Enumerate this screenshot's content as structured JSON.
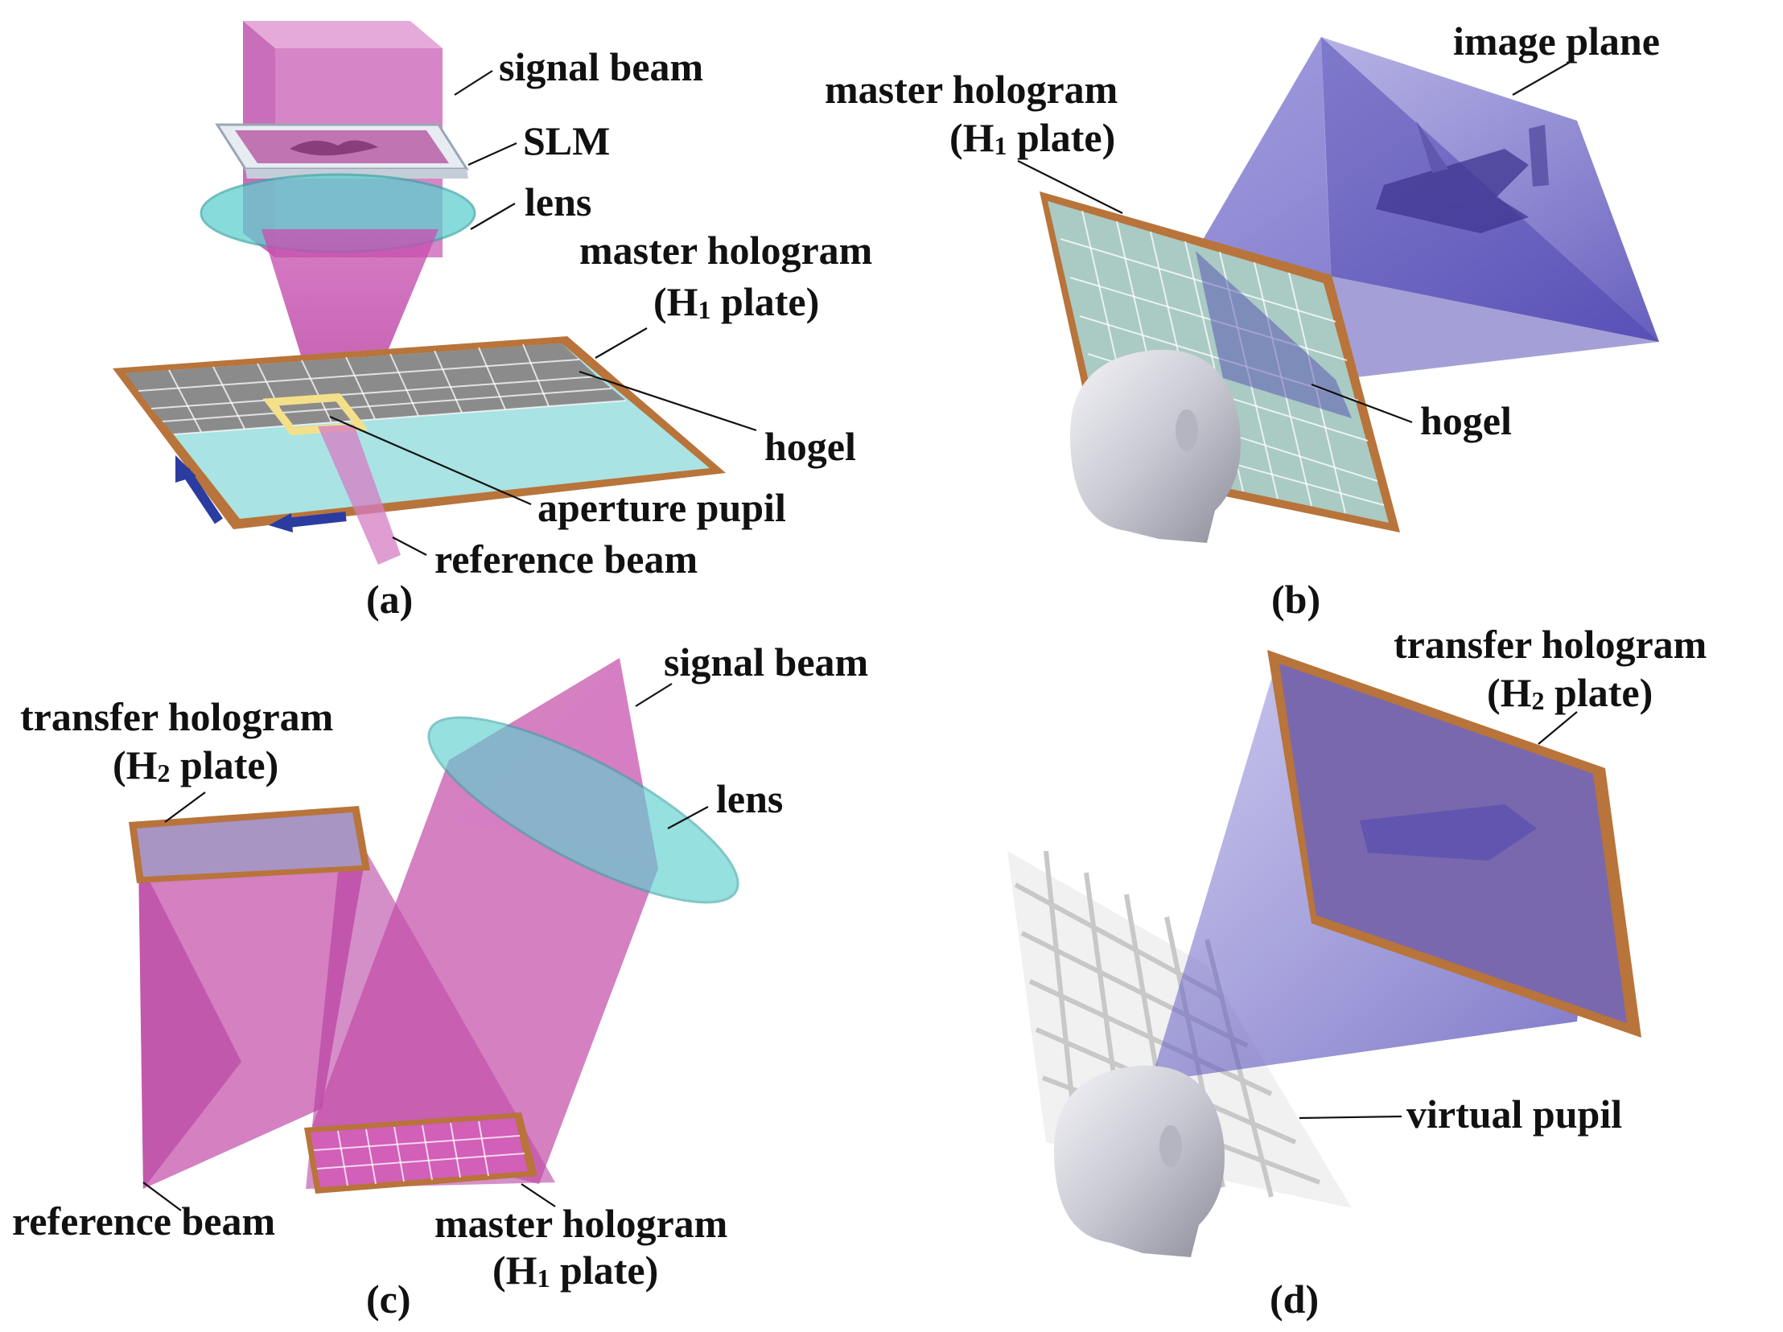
{
  "panels": {
    "a": {
      "caption": "(a)",
      "labels": {
        "signal_beam": "signal beam",
        "slm": "SLM",
        "lens": "lens",
        "master_hologram": "master hologram",
        "h1_plate_prefix": "(H",
        "h1_plate_sub": "1",
        "h1_plate_suffix": " plate)",
        "hogel": "hogel",
        "aperture_pupil": "aperture pupil",
        "reference_beam": "reference beam"
      }
    },
    "b": {
      "caption": "(b)",
      "labels": {
        "image_plane": "image plane",
        "master_hologram": "master hologram",
        "h1_plate_prefix": "(H",
        "h1_plate_sub": "1",
        "h1_plate_suffix": " plate)",
        "hogel": "hogel"
      }
    },
    "c": {
      "caption": "(c)",
      "labels": {
        "signal_beam": "signal beam",
        "transfer_hologram": "transfer hologram",
        "h2_plate_prefix": "(H",
        "h2_plate_sub": "2",
        "h2_plate_suffix": " plate)",
        "lens": "lens",
        "reference_beam": "reference beam",
        "master_hologram": "master hologram",
        "h1_plate_prefix": "(H",
        "h1_plate_sub": "1",
        "h1_plate_suffix": " plate)"
      }
    },
    "d": {
      "caption": "(d)",
      "labels": {
        "transfer_hologram": "transfer hologram",
        "h2_plate_prefix": "(H",
        "h2_plate_sub": "2",
        "h2_plate_suffix": " plate)",
        "virtual_pupil": "virtual pupil"
      }
    }
  },
  "colors": {
    "beam_magenta": "#c0399e",
    "beam_violet": "#5e54c4",
    "lens_cyan": "#5fd0cf",
    "plate_frame": "#b8743a",
    "hologram_glass": "#a9e3e3",
    "hogel_gray": "#8b8b8b",
    "aperture_yellow": "#f4e08a",
    "head_silver": "#d4d4dc",
    "arrow_blue": "#2b3ca0"
  }
}
